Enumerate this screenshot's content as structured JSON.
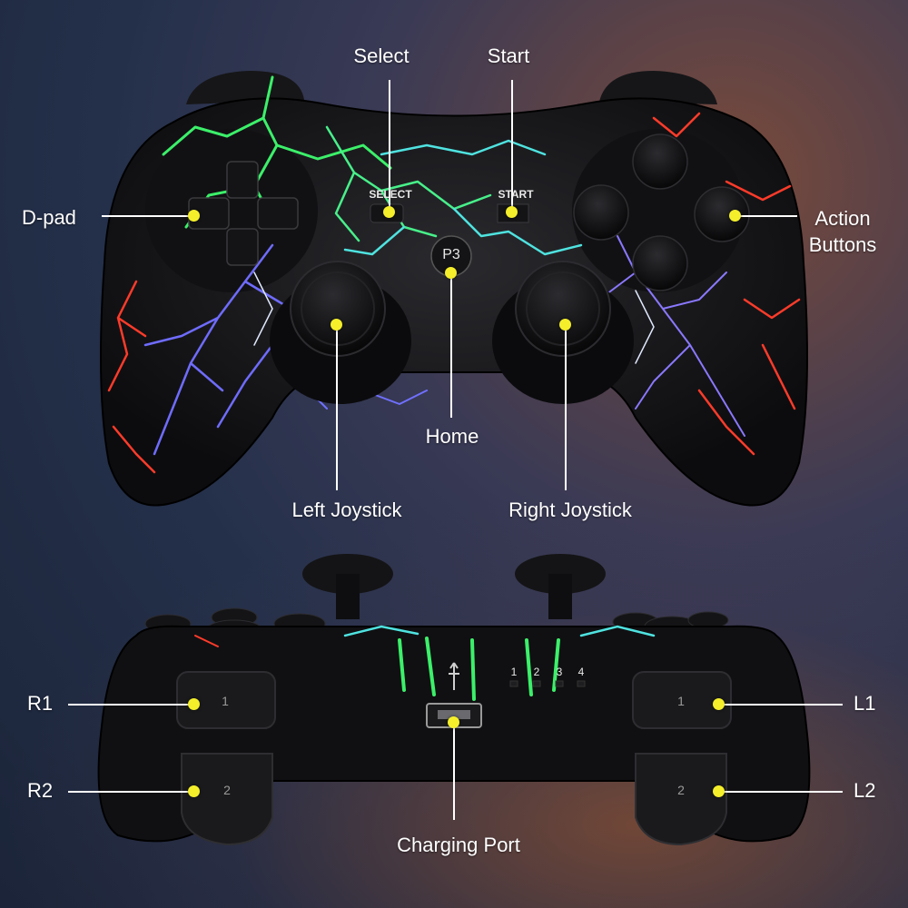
{
  "labels": {
    "select": "Select",
    "start": "Start",
    "dpad": "D-pad",
    "action_buttons_line1": "Action",
    "action_buttons_line2": "Buttons",
    "home": "Home",
    "left_joystick": "Left Joystick",
    "right_joystick": "Right Joystick",
    "r1": "R1",
    "r2": "R2",
    "l1": "L1",
    "l2": "L2",
    "charging_port": "Charging Port"
  },
  "controller_markings": {
    "select": "SELECT",
    "start": "START",
    "home": "P3",
    "bumper_1": "1",
    "trigger_2": "2",
    "player_leds": [
      "1",
      "2",
      "3",
      "4"
    ]
  },
  "colors": {
    "callout_dot": "#f4ef2a",
    "callout_line": "#ffffff",
    "lightning_green": "#3cf06a",
    "lightning_cyan": "#4fe3e0",
    "lightning_blue": "#6f6cff",
    "lightning_red": "#ff3b2a"
  }
}
